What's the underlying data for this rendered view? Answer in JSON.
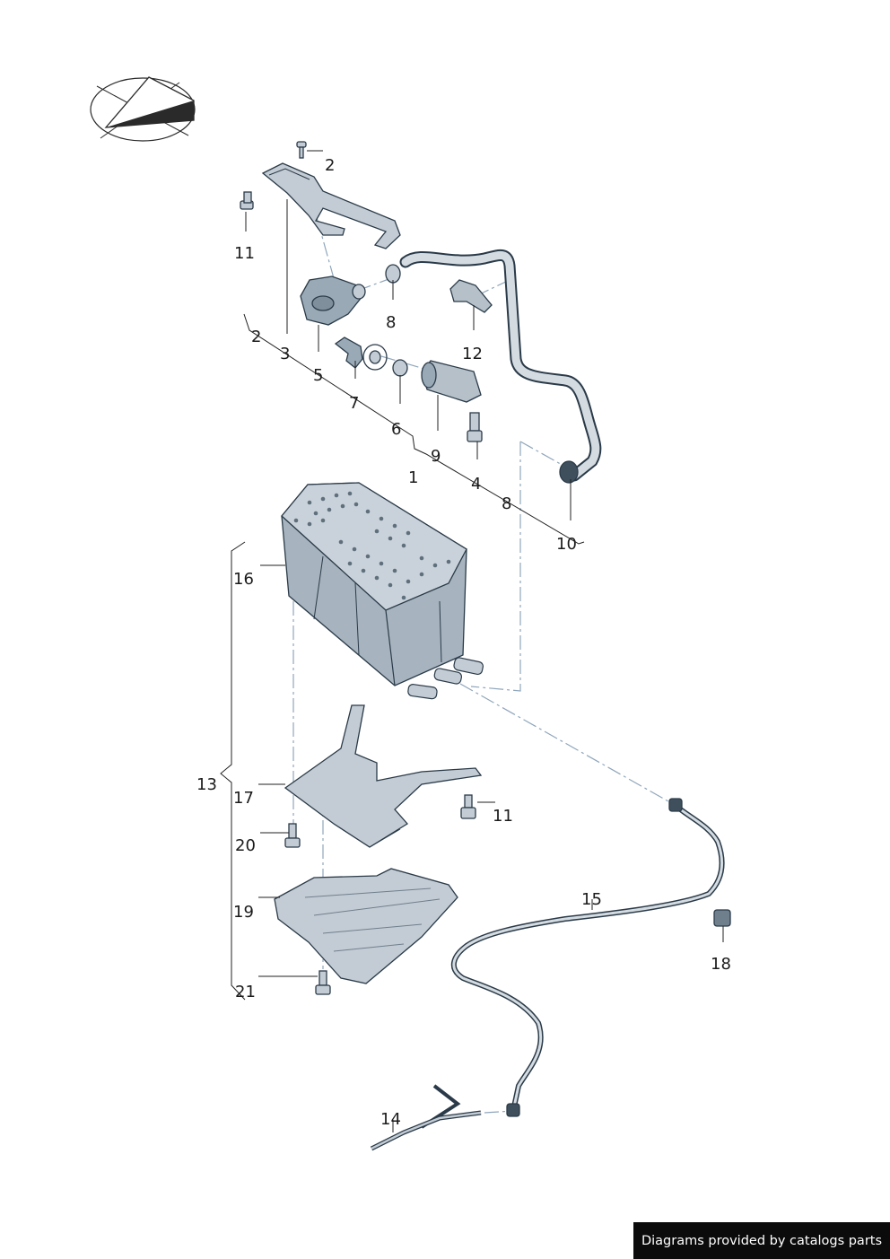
{
  "diagram": {
    "callouts": {
      "c1": "1",
      "c2a": "2",
      "c2b": "2",
      "c3": "3",
      "c4": "4",
      "c5": "5",
      "c6": "6",
      "c7": "7",
      "c8a": "8",
      "c8b": "8",
      "c9": "9",
      "c10": "10",
      "c11a": "11",
      "c11b": "11",
      "c12": "12",
      "c13": "13",
      "c14": "14",
      "c15": "15",
      "c16": "16",
      "c17": "17",
      "c18": "18",
      "c19": "19",
      "c20": "20",
      "c21": "21"
    },
    "icons": {
      "orientation": "orientation-arrow-icon"
    },
    "colors": {
      "part_fill": "#c3ccd4",
      "part_stroke": "#2a3a48",
      "dash_line": "#8fa6bb",
      "accent_blue": "#3f6fa0"
    }
  },
  "footer": {
    "credit": "Diagrams provided by catalogs parts"
  }
}
